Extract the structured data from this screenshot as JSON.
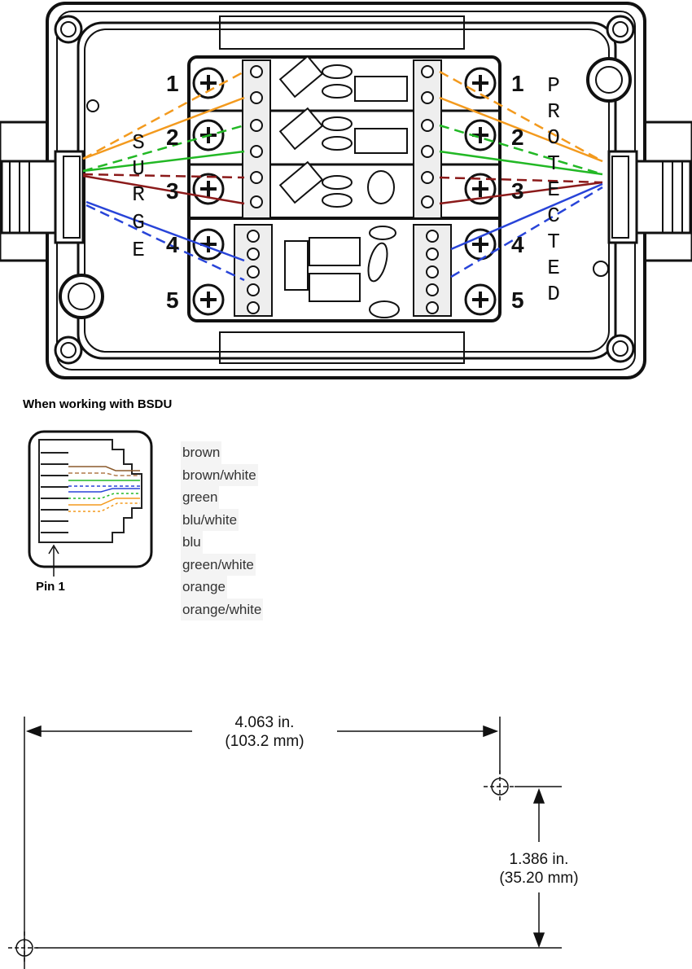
{
  "diagram": {
    "left_side_label": [
      "S",
      "U",
      "R",
      "G",
      "E"
    ],
    "right_side_label": [
      "P",
      "R",
      "O",
      "T",
      "E",
      "C",
      "T",
      "E",
      "D"
    ],
    "left_pins": [
      "1",
      "2",
      "3",
      "4",
      "5"
    ],
    "right_pins": [
      "1",
      "2",
      "3",
      "4",
      "5"
    ],
    "wire_colors": {
      "orange": "#f39a1e",
      "green": "#22b825",
      "darkred": "#8b1a1a",
      "blue": "#2844d8"
    }
  },
  "connector": {
    "title": "When working with BSDU",
    "pin_label": "Pin 1",
    "wires": [
      "brown",
      "brown/white",
      "green",
      "blu/white",
      "blu",
      "green/white",
      "orange",
      "orange/white"
    ]
  },
  "dimensions": {
    "horizontal": {
      "inches": "4.063 in.",
      "mm": "(103.2 mm)"
    },
    "vertical": {
      "inches": "1.386 in.",
      "mm": "(35.20 mm)"
    }
  }
}
